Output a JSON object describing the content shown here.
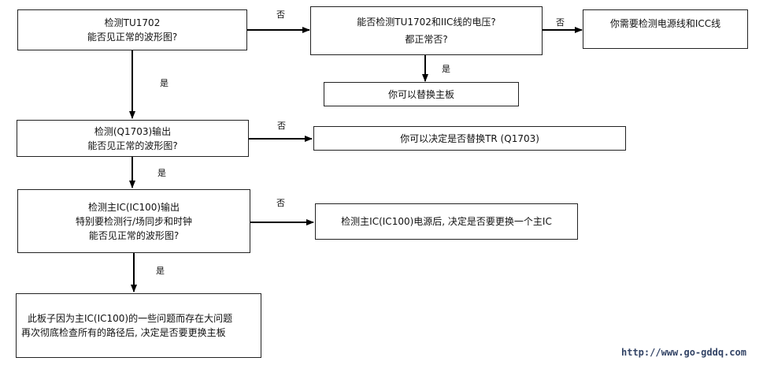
{
  "diagram": {
    "boxes": {
      "check_tu1702": [
        "检测TU1702",
        "能否见正常的波形图?"
      ],
      "check_voltage": [
        "能否检测TU1702和IIC线的电压?",
        "都正常否?"
      ],
      "check_power_icc": [
        "你需要检测电源线和ICC线"
      ],
      "replace_board": [
        "你可以替换主板"
      ],
      "check_q1703": [
        "检测(Q1703)输出",
        "能否见正常的波形图?"
      ],
      "replace_tr": [
        "你可以决定是否替换TR (Q1703)"
      ],
      "check_ic100": [
        "检测主IC(IC100)输出",
        "特别要检测行/场同步和时钟",
        "能否见正常的波形图?"
      ],
      "check_ic100_power": [
        "检测主IC(IC100)电源后, 决定是否要更换一个主IC"
      ],
      "final_note": [
        "此板子因为主IC(IC100)的一些问题而存在大问题",
        "再次彻底检查所有的路径后, 决定是否要更换主板"
      ]
    },
    "edge_labels": {
      "no": "否",
      "yes": "是"
    }
  },
  "watermark": "http://www.go-gddq.com"
}
